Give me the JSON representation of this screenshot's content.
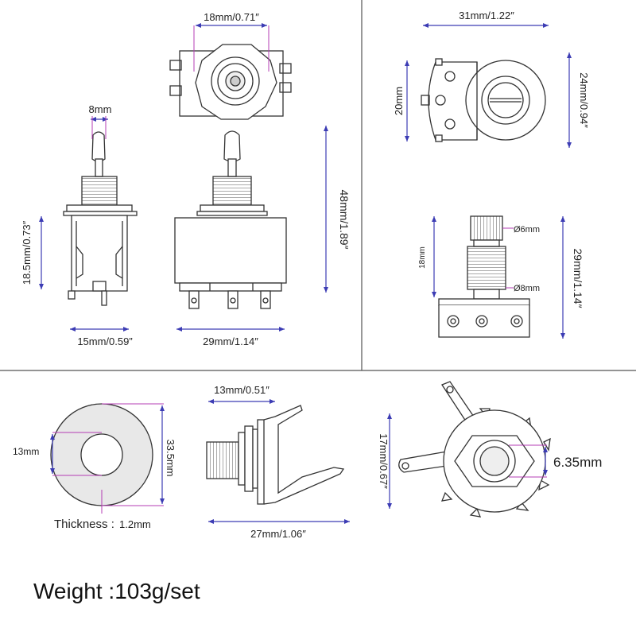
{
  "toggle_switch": {
    "top_view_width": "18mm/0.71″",
    "lever_width": "8mm",
    "body_height": "18.5mm/0.73″",
    "total_height": "48mm/1.89″",
    "side_width": "15mm/0.59”",
    "front_width": "29mm/1.14″"
  },
  "potentiometer": {
    "width": "31mm/1.22″",
    "body_height": "20mm",
    "total_diameter": "24mm/0.94″",
    "shaft_diameter": "Ø6mm",
    "thread_diameter": "Ø8mm",
    "shaft_length": "18mm",
    "total_height": "29mm/1.14″"
  },
  "washer": {
    "inner_diameter": "13mm",
    "outer_diameter": "33.5mm",
    "thickness_label": "Thickness :",
    "thickness_value": "1.2mm"
  },
  "jack": {
    "thread_width": "13mm/0.51″",
    "total_length": "27mm/1.06″",
    "height": "17mm/0.67″",
    "hole_size": "6.35mm"
  },
  "weight": "Weight :103g/set",
  "colors": {
    "dimension_line": "#3c3cb4",
    "accent": "#b43cb4",
    "divider": "#555"
  }
}
